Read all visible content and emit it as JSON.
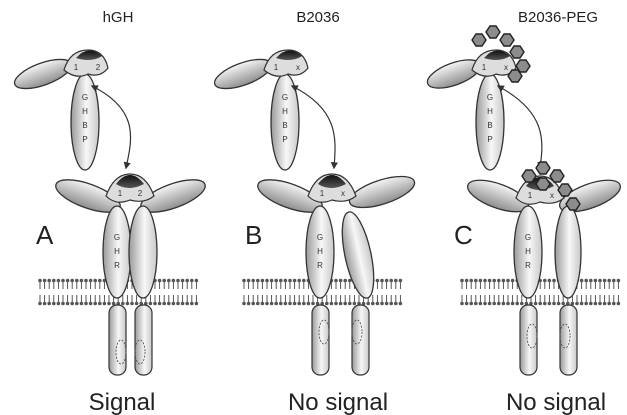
{
  "colors": {
    "outline": "#333333",
    "body_light": "#f4f4f4",
    "body_mid": "#bdbdbd",
    "hormone_dark": "#222222",
    "peg_fill": "#8c8c8c",
    "membrane_head": "#555555"
  },
  "panels": [
    {
      "title": "hGH",
      "letter": "A",
      "outcome": "Signal",
      "site1": "1",
      "site2": "2",
      "receptor_letters": [
        "G",
        "H",
        "R"
      ],
      "bp_letters": [
        "G",
        "H",
        "B",
        "P"
      ],
      "pegylated": false
    },
    {
      "title": "B2036",
      "letter": "B",
      "outcome": "No signal",
      "site1": "1",
      "site2": "x",
      "receptor_letters": [
        "G",
        "H",
        "R"
      ],
      "bp_letters": [
        "G",
        "H",
        "B",
        "P"
      ],
      "pegylated": false
    },
    {
      "title": "B2036-PEG",
      "letter": "C",
      "outcome": "No signal",
      "site1": "1",
      "site2": "x",
      "receptor_letters": [
        "G",
        "H",
        "R"
      ],
      "bp_letters": [
        "G",
        "H",
        "B",
        "P"
      ],
      "pegylated": true
    }
  ]
}
